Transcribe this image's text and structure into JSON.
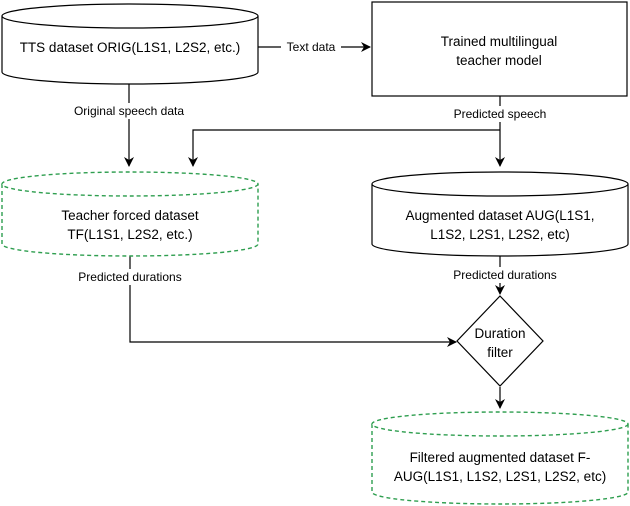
{
  "nodes": {
    "orig": {
      "shape": "cylinder",
      "border": "solid",
      "lines": [
        "TTS dataset ORIG(L1S1, L2S2, etc.)"
      ]
    },
    "teacher": {
      "shape": "rectangle",
      "border": "solid",
      "lines": [
        "Trained multilingual",
        "teacher model"
      ]
    },
    "tf": {
      "shape": "cylinder",
      "border": "dashed",
      "lines": [
        "Teacher forced dataset",
        "TF(L1S1, L2S2, etc.)"
      ]
    },
    "aug": {
      "shape": "cylinder",
      "border": "solid",
      "lines": [
        "Augmented dataset AUG(L1S1,",
        "L1S2, L2S1, L2S2, etc)"
      ]
    },
    "filter": {
      "shape": "diamond",
      "border": "solid",
      "lines": [
        "Duration",
        "filter"
      ]
    },
    "faug": {
      "shape": "cylinder",
      "border": "dashed",
      "lines": [
        "Filtered augmented dataset F-",
        "AUG(L1S1, L1S2, L2S1, L2S2, etc)"
      ]
    }
  },
  "edges": {
    "text_data": "Text data",
    "original_speech": "Original speech data",
    "predicted_speech": "Predicted speech",
    "tf_durations": "Predicted durations",
    "aug_durations": "Predicted durations"
  },
  "colors": {
    "line": "#000000",
    "dashed_border": "#2e9e4f",
    "fill": "#ffffff"
  }
}
